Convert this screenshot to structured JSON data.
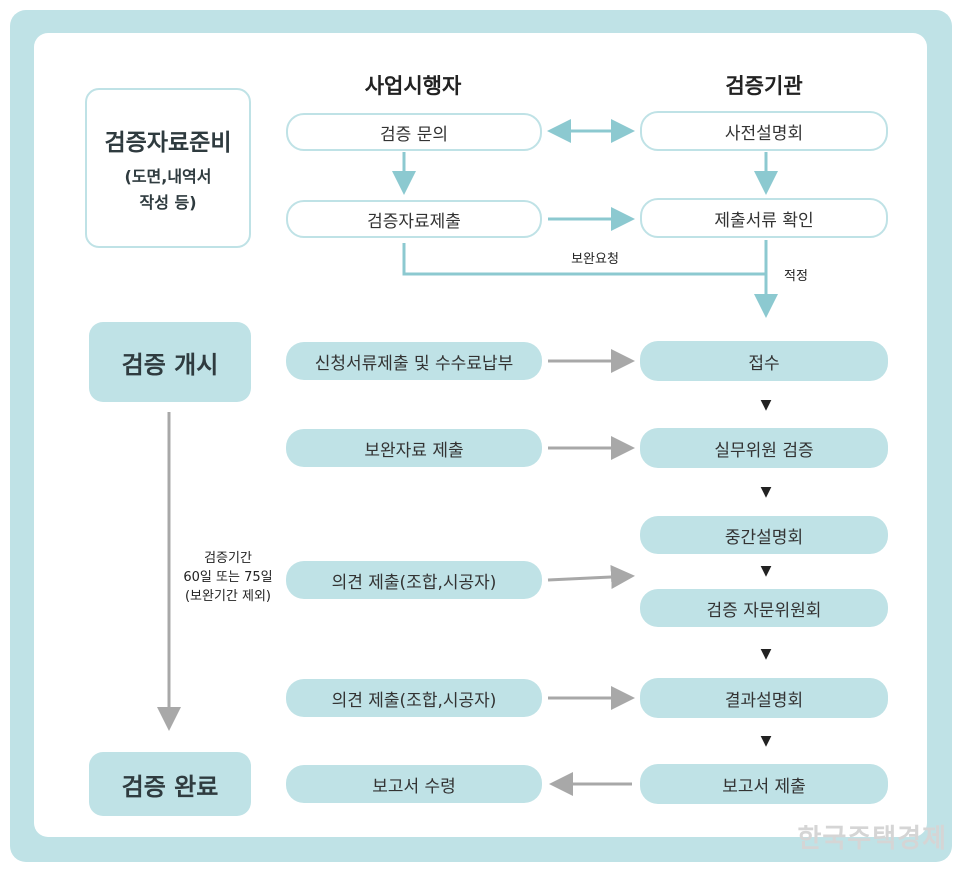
{
  "headers": {
    "applicant": "사업시행자",
    "verifier": "검증기관"
  },
  "stages": {
    "prep": {
      "title": "검증자료준비",
      "sub1": "(도면,내역서",
      "sub2": "작성 등)"
    },
    "start": "검증 개시",
    "end": "검증 완료"
  },
  "applicant": [
    "검증 문의",
    "검증자료제출",
    "신청서류제출 및 수수료납부",
    "보완자료 제출",
    "의견 제출(조합,시공자)",
    "의견 제출(조합,시공자)",
    "보고서 수령"
  ],
  "verifier": [
    "사전설명회",
    "제출서류 확인",
    "접수",
    "실무위원 검증",
    "중간설명회",
    "검증 자문위원회",
    "결과설명회",
    "보고서 제출"
  ],
  "labels": {
    "supplement_request": "보완요청",
    "adequate": "적정",
    "period1": "검증기간",
    "period2": "60일 또는 75일",
    "period3": "(보완기간 제외)"
  },
  "step_marker": "▼",
  "watermark": "한국주택경제",
  "colors": {
    "teal_fill": "#bfe2e6",
    "teal_line": "#8cc9d0",
    "gray_line": "#a8a8a8"
  }
}
